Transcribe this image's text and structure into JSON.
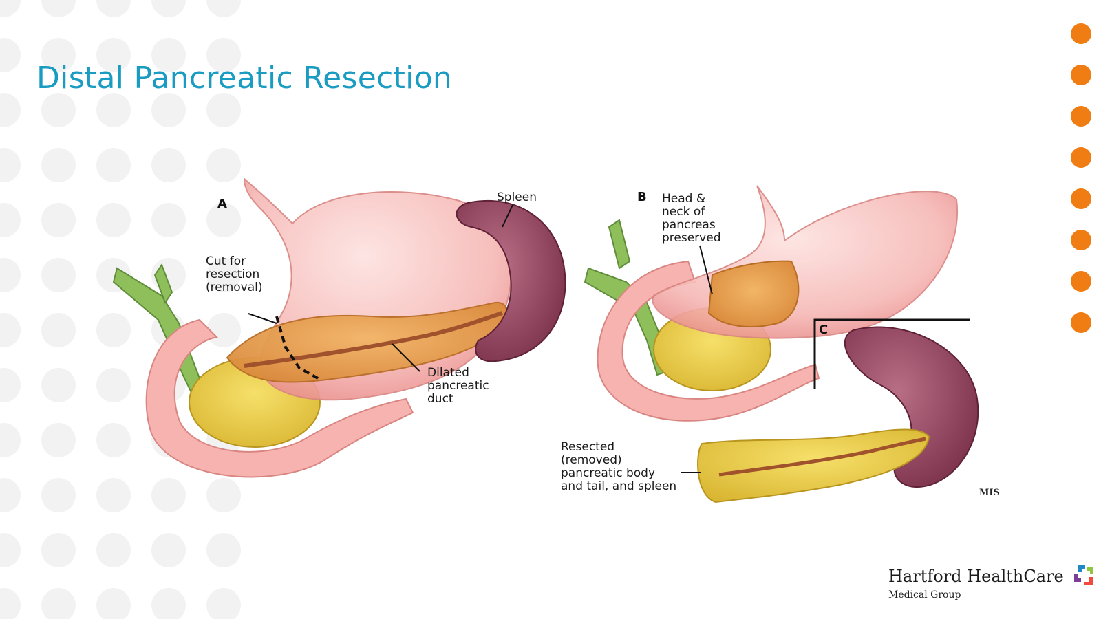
{
  "slide": {
    "title": "Distal Pancreatic Resection",
    "colors": {
      "title": "#1a9bc2",
      "bullet": "#ef7d13",
      "background_dots": "#f2f2f2"
    },
    "bullet_count": 8
  },
  "figure": {
    "panels": [
      "A",
      "B",
      "C"
    ],
    "labels": {
      "spleen": "Spleen",
      "cut": [
        "Cut for",
        "resection",
        "(removal)"
      ],
      "dilated": [
        "Dilated",
        "pancreatic",
        "duct"
      ],
      "head_neck": [
        "Head &",
        "neck of",
        "pancreas",
        "preserved"
      ],
      "resected": [
        "Resected",
        "(removed)",
        "pancreatic body",
        "and tail, and spleen"
      ]
    },
    "signature": "MIS"
  },
  "footer": {
    "logo_name": "Hartford HealthCare",
    "logo_sub": "Medical Group",
    "logo_icon": "hartford-healthcare-mark-icon"
  }
}
